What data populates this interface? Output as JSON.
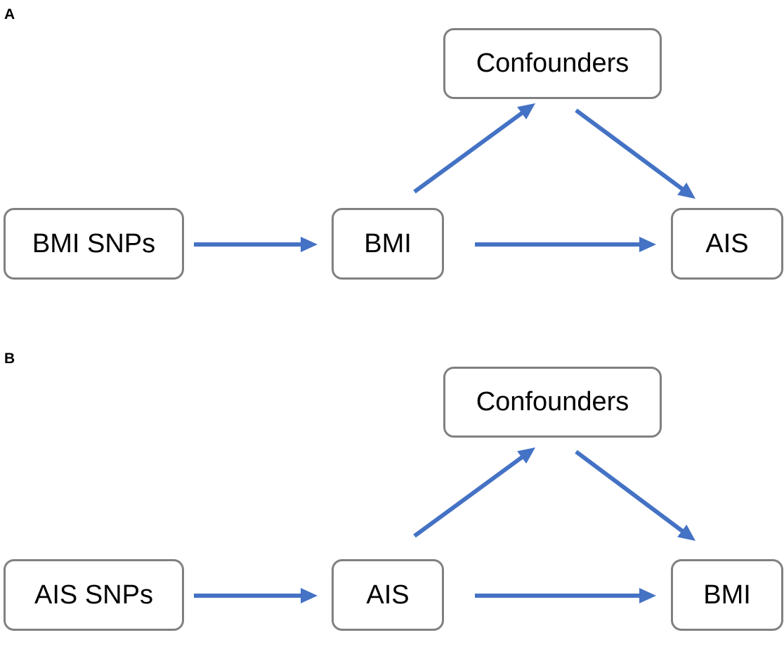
{
  "colors": {
    "arrow": "#4472c4",
    "node_border": "#808080",
    "text": "#000000",
    "background": "#ffffff"
  },
  "panels": [
    {
      "label": "A",
      "nodes": {
        "confounders": "Confounders",
        "instrument": "BMI SNPs",
        "exposure": "BMI",
        "outcome": "AIS"
      },
      "edges": [
        {
          "from": "instrument",
          "to": "exposure"
        },
        {
          "from": "exposure",
          "to": "outcome"
        },
        {
          "from": "exposure",
          "to": "confounders"
        },
        {
          "from": "confounders",
          "to": "outcome"
        }
      ]
    },
    {
      "label": "B",
      "nodes": {
        "confounders": "Confounders",
        "instrument": "AIS SNPs",
        "exposure": "AIS",
        "outcome": "BMI"
      },
      "edges": [
        {
          "from": "instrument",
          "to": "exposure"
        },
        {
          "from": "exposure",
          "to": "outcome"
        },
        {
          "from": "exposure",
          "to": "confounders"
        },
        {
          "from": "confounders",
          "to": "outcome"
        }
      ]
    }
  ]
}
